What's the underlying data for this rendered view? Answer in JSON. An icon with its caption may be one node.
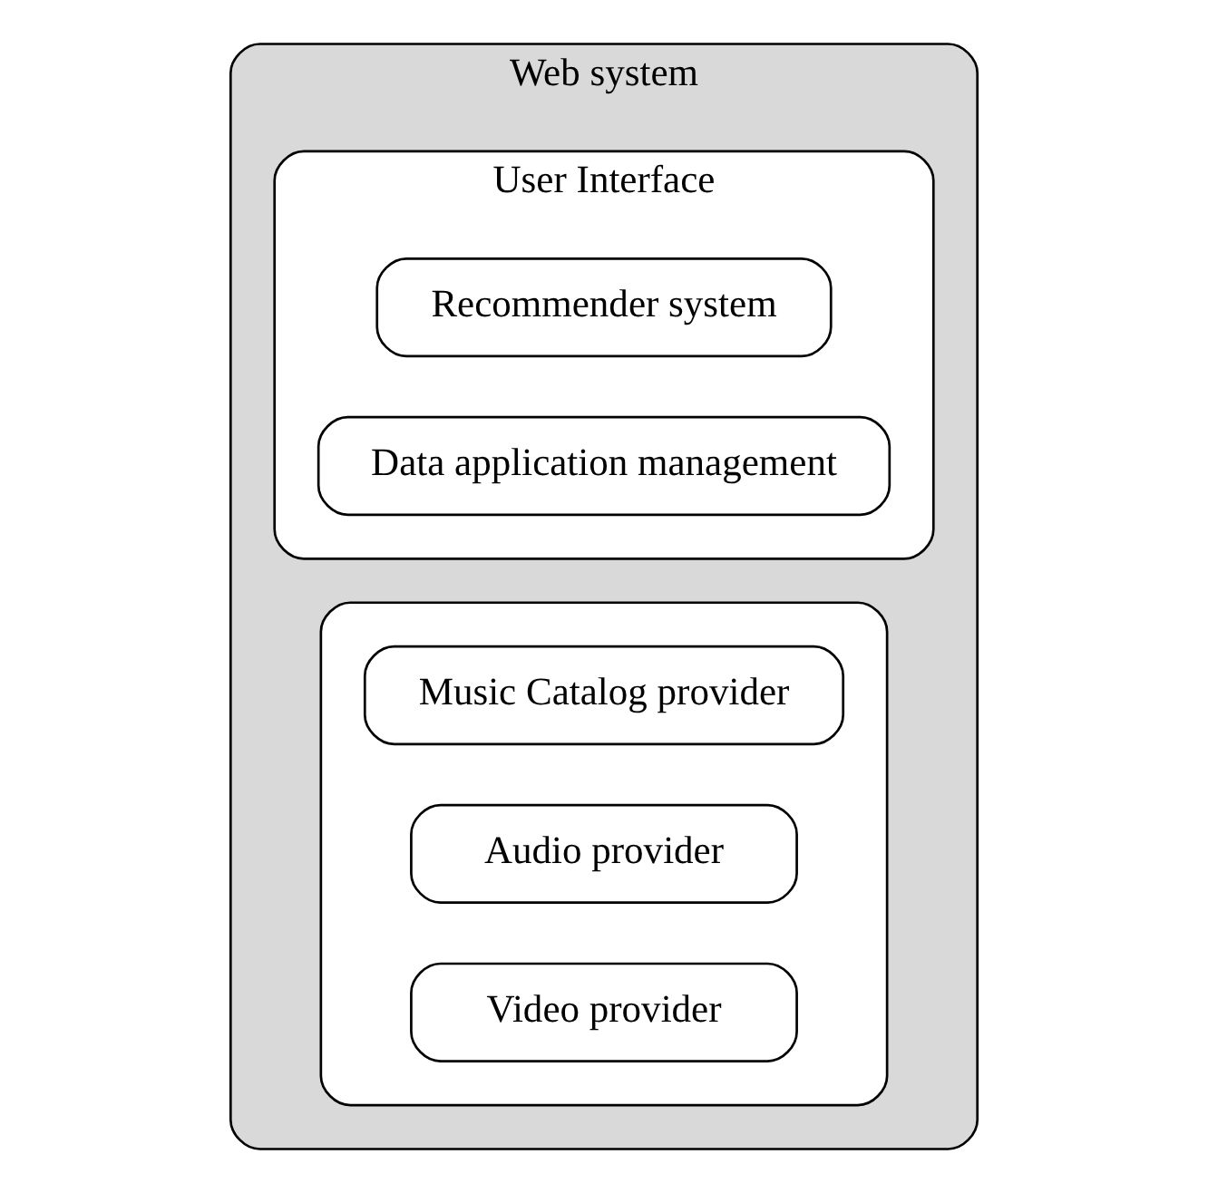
{
  "diagram": {
    "nodes": [
      {
        "text": [
          "Web system"
        ]
      },
      {
        "text": [
          "User Interface"
        ],
        "in": 0
      },
      {
        "text": [
          "Recommender system"
        ],
        "in": 1
      },
      {
        "text": [
          "Data application management"
        ],
        "in": 1
      },
      {
        "text": [],
        "shape": "box",
        "in": 0
      },
      {
        "text": [
          "Music Catalog provider"
        ],
        "in": 4
      },
      {
        "text": [
          "Audio provider"
        ],
        "in": 4
      },
      {
        "text": [
          "Video provider"
        ],
        "in": 4
      }
    ],
    "edges": []
  }
}
